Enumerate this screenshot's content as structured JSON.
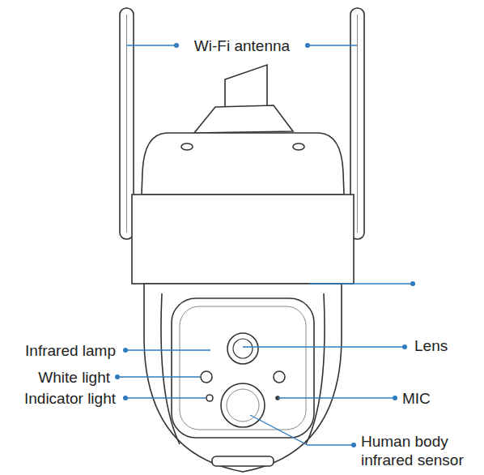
{
  "diagram": {
    "labels": [
      "Wi-Fi antenna",
      "Infrared lamp",
      "White light",
      "Indicator light",
      "Lens",
      "MIC",
      "Human body infrared sensor"
    ]
  }
}
